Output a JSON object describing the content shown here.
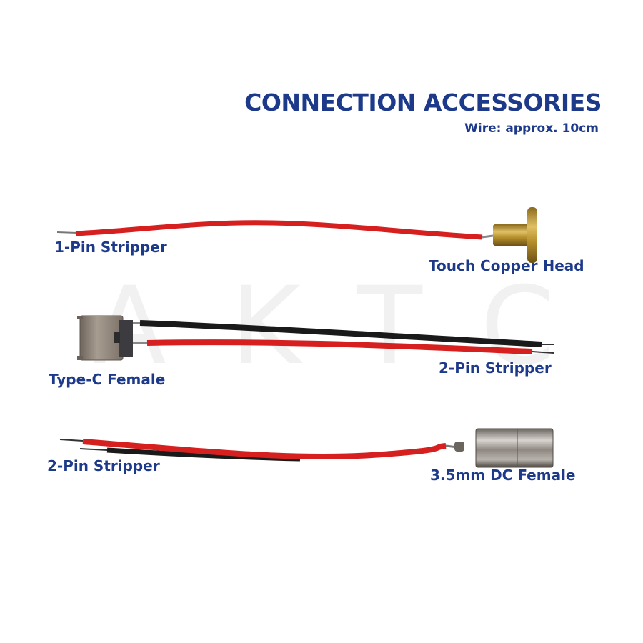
{
  "header": {
    "title": "CONNECTION ACCESSORIES",
    "subtitle": "Wire: approx. 10cm"
  },
  "watermark": "AKTC",
  "labels": {
    "one_pin_stripper": "1-Pin Stripper",
    "touch_copper_head": "Touch Copper Head",
    "type_c_female": "Type-C Female",
    "two_pin_stripper_top": "2-Pin Stripper",
    "two_pin_stripper_bottom": "2-Pin Stripper",
    "dc_female": "3.5mm DC Female"
  },
  "colors": {
    "text_blue": "#1d3a8a",
    "wire_red": "#d61f1f",
    "wire_black": "#1a1a1a",
    "brass": "#c9a23a",
    "metal": "#8a8178"
  }
}
